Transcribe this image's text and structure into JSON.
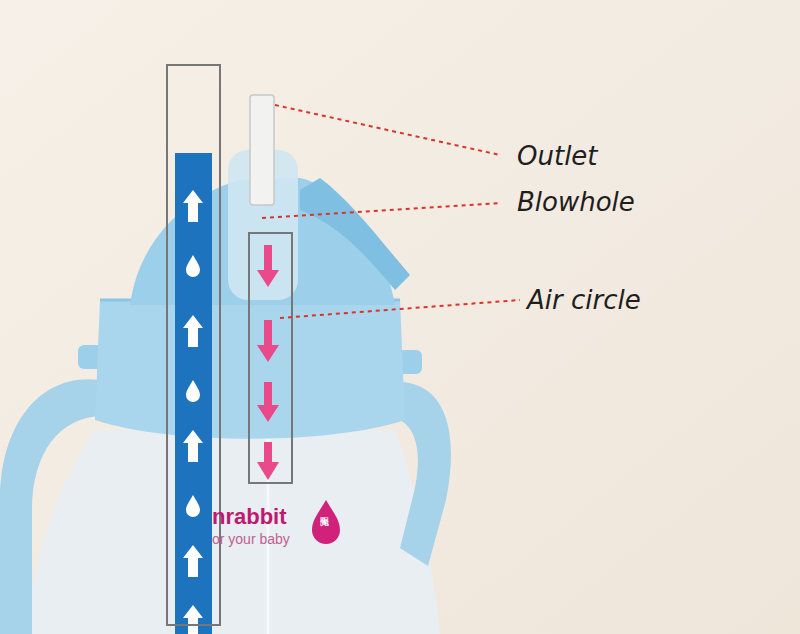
{
  "diagram": {
    "labels": [
      "Outlet",
      "Blowhole",
      "Air circle",
      "nrabbit",
      "or your baby",
      "阳光兔"
    ]
  }
}
